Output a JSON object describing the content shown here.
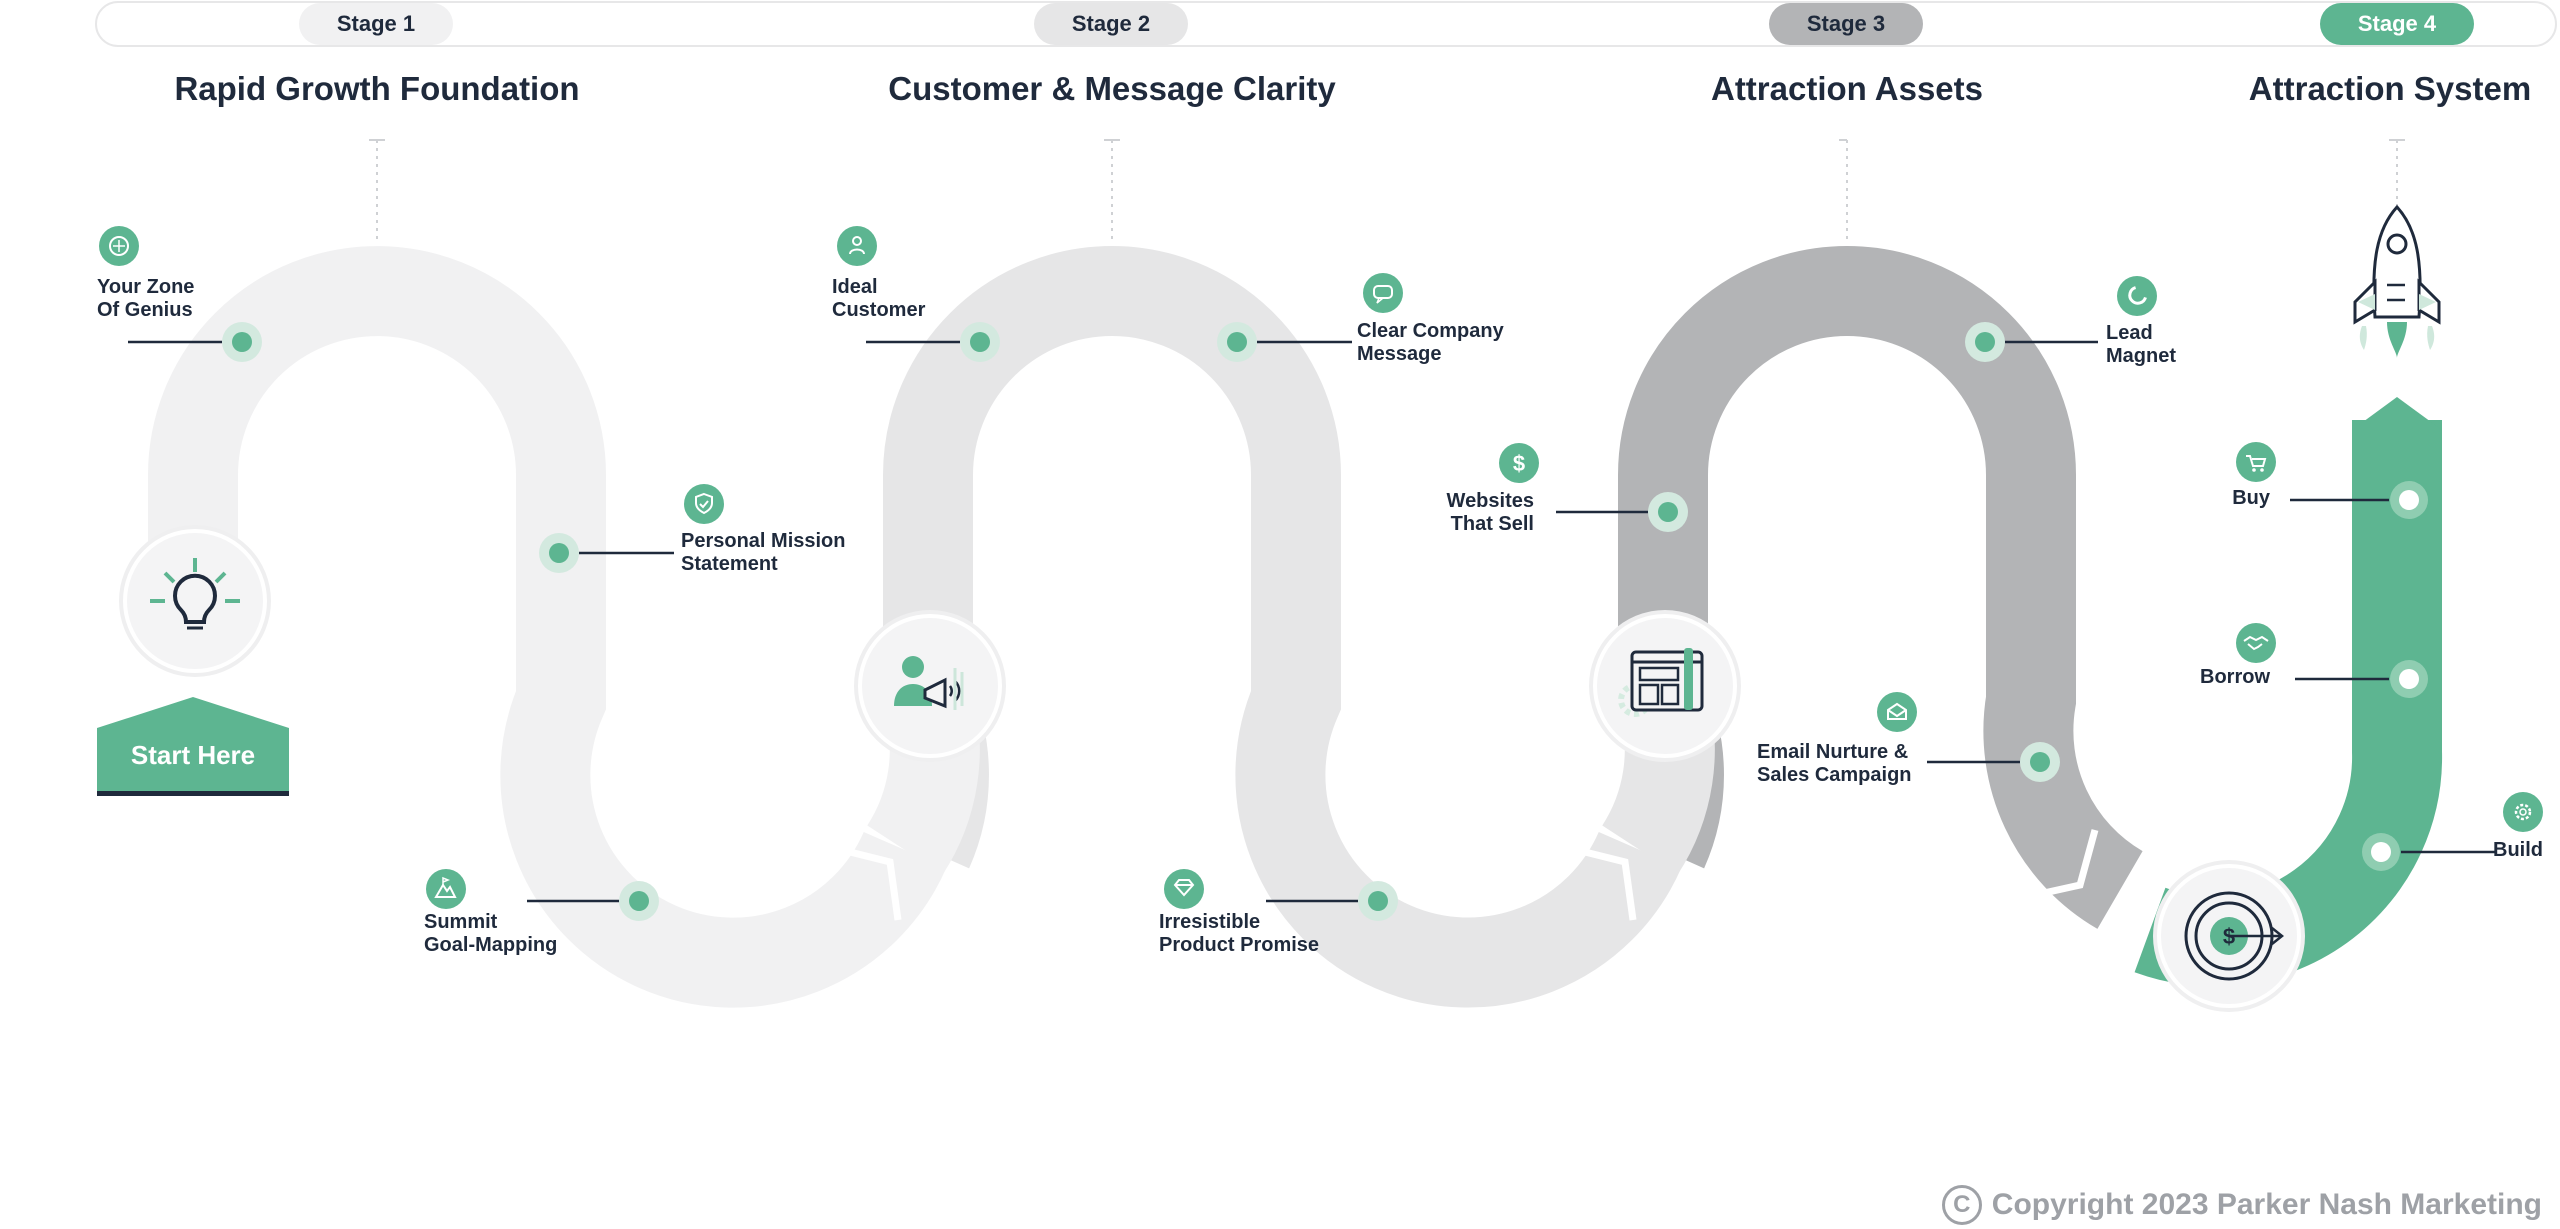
{
  "stages": [
    {
      "label": "Stage 1",
      "title": "Rapid Growth Foundation"
    },
    {
      "label": "Stage 2",
      "title": "Customer & Message Clarity"
    },
    {
      "label": "Stage 3",
      "title": "Attraction Assets"
    },
    {
      "label": "Stage 4",
      "title": "Attraction System"
    }
  ],
  "milestones": {
    "zone_of_genius": [
      "Your Zone",
      "Of Genius"
    ],
    "mission": [
      "Personal Mission",
      "Statement"
    ],
    "summit": [
      "Summit",
      "Goal-Mapping"
    ],
    "ideal_customer": [
      "Ideal",
      "Customer"
    ],
    "company_message": [
      "Clear Company",
      "Message"
    ],
    "product_promise": [
      "Irresistible",
      "Product Promise"
    ],
    "websites": [
      "Websites",
      "That Sell"
    ],
    "lead_magnet": [
      "Lead",
      "Magnet"
    ],
    "email_nurture": [
      "Email Nurture &",
      "Sales Campaign"
    ],
    "buy": "Buy",
    "borrow": "Borrow",
    "build": "Build"
  },
  "start_label": "Start Here",
  "copyright": "Copyright 2023 Parker Nash Marketing",
  "colors": {
    "green": "#5db591",
    "navy": "#1f2a3c",
    "stage1_track": "#f1f1f2",
    "stage2_track": "#e6e6e7",
    "stage3_track": "#b3b4b6",
    "stage4_track": "#5db591"
  },
  "icons": [
    "brain-icon",
    "shield-check-icon",
    "mountain-flag-icon",
    "person-icon",
    "chat-bubble-icon",
    "diamond-icon",
    "dollar-icon",
    "magnet-icon",
    "envelope-icon",
    "cart-icon",
    "handshake-icon",
    "gear-icon",
    "lightbulb-icon",
    "megaphone-person-icon",
    "website-layout-icon",
    "target-dollar-icon",
    "rocket-icon"
  ]
}
